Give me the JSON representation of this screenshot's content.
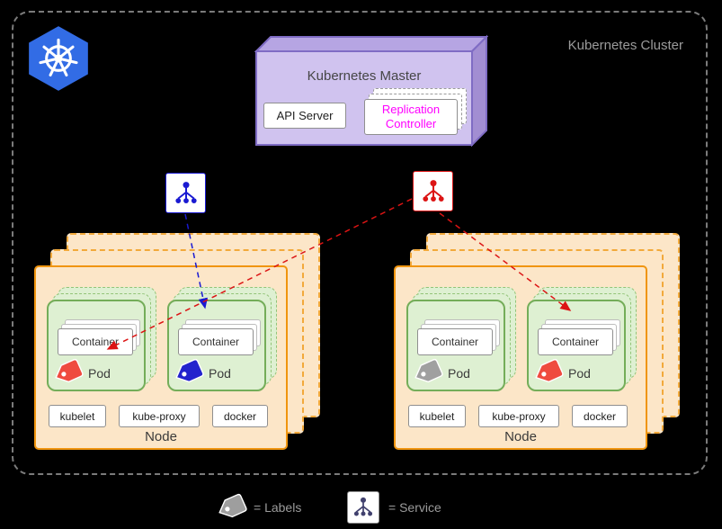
{
  "cluster": {
    "title": "Kubernetes Cluster"
  },
  "master": {
    "title": "Kubernetes Master",
    "api_server": "API Server",
    "replication_controller": "Replication Controller"
  },
  "nodes": [
    {
      "label": "Node",
      "daemons": [
        "kubelet",
        "kube-proxy",
        "docker"
      ],
      "pods": [
        {
          "label": "Pod",
          "container": "Container",
          "tag_color": "#ef4b3f"
        },
        {
          "label": "Pod",
          "container": "Container",
          "tag_color": "#2323cd"
        }
      ]
    },
    {
      "label": "Node",
      "daemons": [
        "kubelet",
        "kube-proxy",
        "docker"
      ],
      "pods": [
        {
          "label": "Pod",
          "container": "Container",
          "tag_color": "#a0a0a0"
        },
        {
          "label": "Pod",
          "container": "Container",
          "tag_color": "#ef4b3f"
        }
      ]
    }
  ],
  "legend": {
    "labels": "= Labels",
    "service": "= Service",
    "tag_color": "#9e9e9e"
  },
  "colors": {
    "background": "#000000",
    "cluster_border": "#7b7b7b",
    "kubernetes_blue": "#326ce5",
    "master_fill": "#d0c3ef",
    "master_border": "#7f6cc4",
    "node_fill": "#fce6c8",
    "node_border": "#f0950f",
    "pod_fill": "#def0d2",
    "pod_border": "#74ad59",
    "replication_controller_text": "#ff00ff",
    "service_blue": "#1a1ad2",
    "service_red": "#dc1414"
  }
}
